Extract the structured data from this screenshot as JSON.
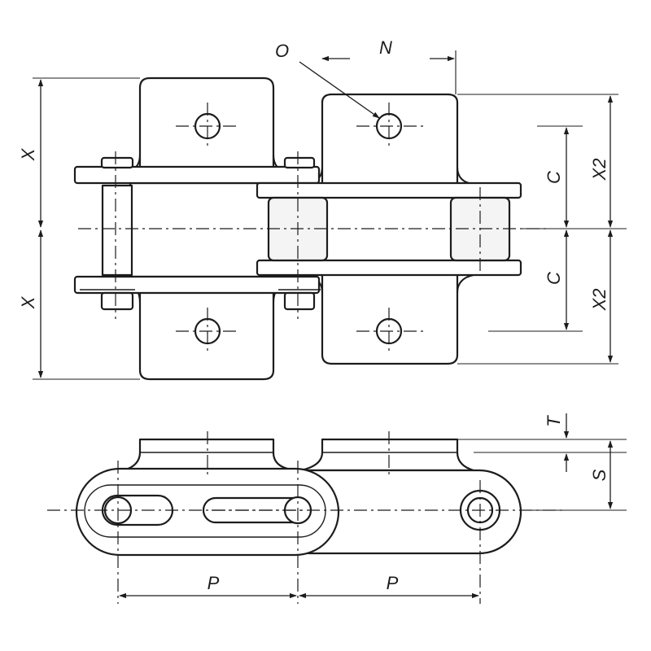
{
  "labels": {
    "o": "O",
    "n": "N",
    "x_upper": "X",
    "x_lower": "X",
    "c_upper": "C",
    "c_lower": "C",
    "x2_upper": "X2",
    "x2_lower": "X2",
    "t": "T",
    "s": "S",
    "p_left": "P",
    "p_right": "P"
  },
  "colors": {
    "line": "#1c1c1c",
    "background": "#ffffff"
  }
}
